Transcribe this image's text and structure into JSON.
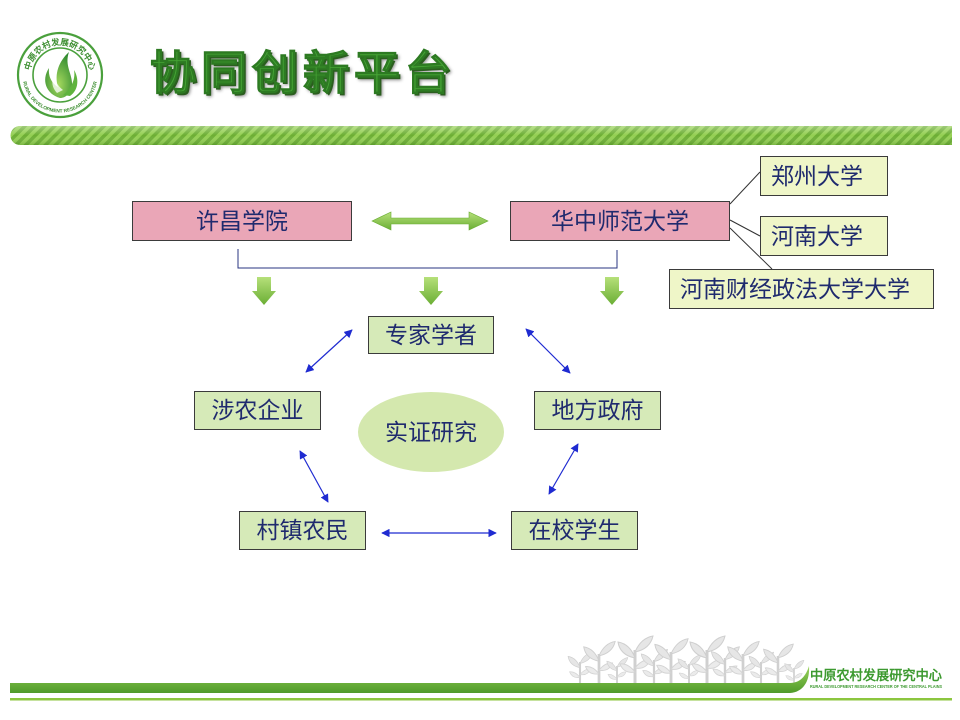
{
  "logo": {
    "text_cn": "中原农村发展研究中心",
    "text_en": "RURAL DEVELOPMENT RESEARCH CENTER"
  },
  "title": "协同创新平台",
  "partners": {
    "left": "许昌学院",
    "right": "华中师范大学"
  },
  "universities": [
    "郑州大学",
    "河南大学",
    "河南财经政法大学大学"
  ],
  "network": {
    "top": "专家学者",
    "left": "涉农企业",
    "right": "地方政府",
    "center": "实证研究",
    "bottom_left": "村镇农民",
    "bottom_right": "在校学生"
  },
  "footer_logo": {
    "name_cn": "中原农村发展研究中心",
    "name_en": "RURAL DEVELOPMENT RESEARCH CENTER OF THE CENTRAL PLAINS"
  },
  "colors": {
    "title_green": "#46a536",
    "bar_green": "#7cbf3c",
    "pink_box": "#eaa6b7",
    "university_box": "#eff6c8",
    "network_box": "#d6eab8",
    "center_ellipse": "#d4e8ae",
    "connector_blue": "#1f2bd1",
    "text_navy": "#1f2a6e"
  }
}
